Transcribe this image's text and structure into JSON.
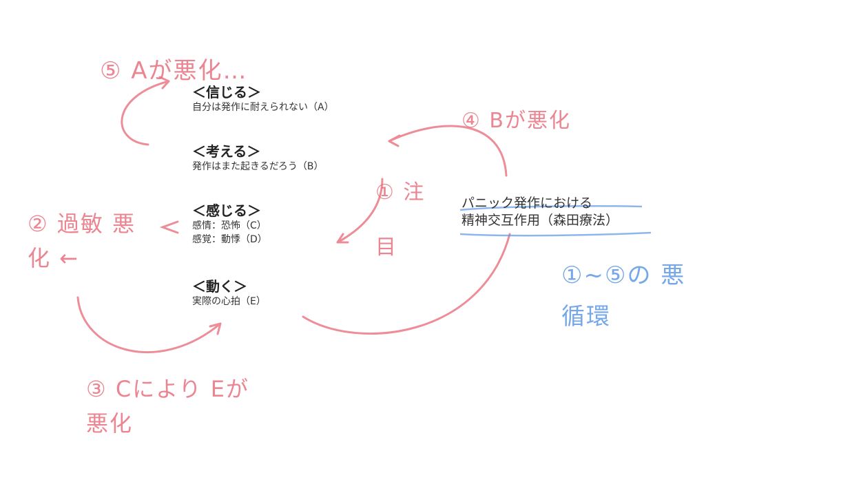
{
  "levels": [
    {
      "heading": "＜信じる＞",
      "lines": [
        "自分は発作に耐えられない（A）"
      ]
    },
    {
      "heading": "＜考える＞",
      "lines": [
        "発作はまた起きるだろう（B）"
      ]
    },
    {
      "heading": "＜感じる＞",
      "lines": [
        "感情：恐怖（C）",
        "感覚：動悸（D）"
      ]
    },
    {
      "heading": "＜動く＞",
      "lines": [
        "実際の心拍（E）"
      ]
    }
  ],
  "title": {
    "line1": "パニック発作における",
    "line2": "精神交互作用（森田療法）"
  },
  "annotations": {
    "step1": "① 注目",
    "step2": "② 過敏 悪化 ←",
    "step3": "③ Cにより Eが悪化",
    "step4": "④ Bが悪化",
    "step5": "⑤ Aが悪化…",
    "cycle": "①~⑤の 悪循環"
  },
  "colors": {
    "red_pencil": "#e8707e",
    "blue_pencil": "#5d98e6"
  }
}
